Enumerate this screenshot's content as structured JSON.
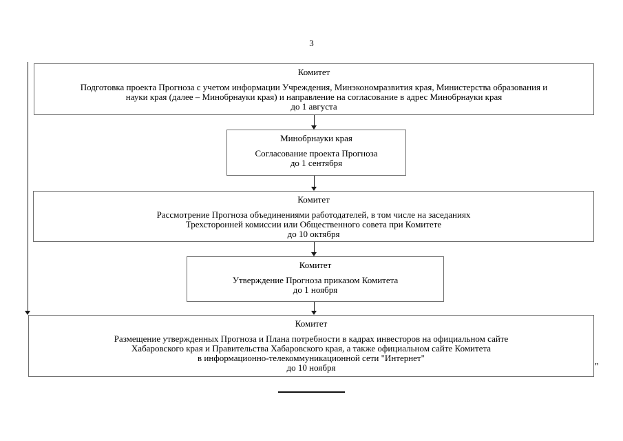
{
  "page": {
    "number": "3",
    "closing_quote": "\""
  },
  "flowchart": {
    "boxes": [
      {
        "title": "Комитет",
        "body": "Подготовка проекта Прогноза с учетом информации Учреждения, Минэкономразвития края, Министерства образования и\nнауки края (далее – Минобрнауки края) и направление на согласование в адрес Минобрнауки края\nдо 1 августа"
      },
      {
        "title": "Минобрнауки края",
        "body": "Согласование проекта Прогноза\nдо 1 сентября"
      },
      {
        "title": "Комитет",
        "body": "Рассмотрение Прогноза объединениями работодателей, в том числе на заседаниях\nТрехсторонней комиссии или Общественного совета при Комитете\nдо 10 октября"
      },
      {
        "title": "Комитет",
        "body": "Утверждение Прогноза приказом Комитета\nдо 1 ноября"
      },
      {
        "title": "Комитет",
        "body": "Размещение утвержденных Прогноза и Плана потребности в кадрах инвесторов на официальном сайте\nХабаровского края и Правительства Хабаровского края, а также официальном сайте Комитета\nв информационно-телекоммуникационной сети \"Интернет\"\nдо 10 ноября"
      }
    ]
  },
  "colors": {
    "box_border": "#6f6f6f",
    "arrow": "#1a1a1a",
    "text": "#000000",
    "background": "#ffffff"
  }
}
